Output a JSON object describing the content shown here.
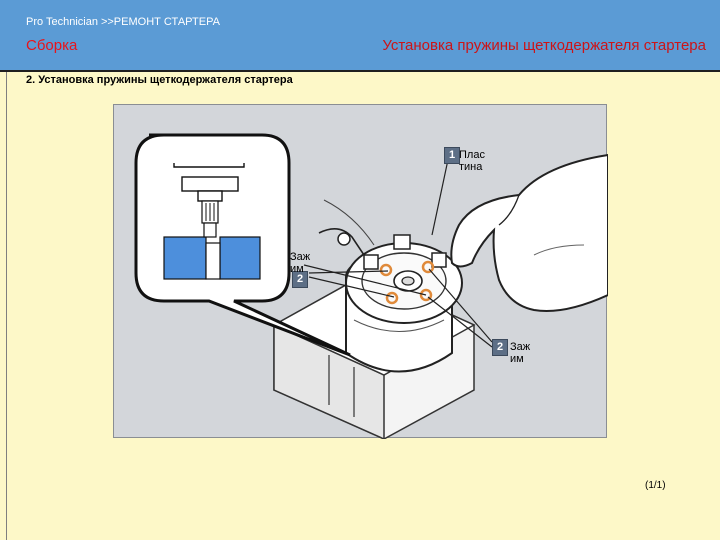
{
  "header": {
    "breadcrumb_brand": "Pro  Technician",
    "breadcrumb_path": ">>РЕМОНТ СТАРТЕРА",
    "section": "Сборка",
    "topic": "Установка пружины щеткодержателя стартера"
  },
  "content": {
    "step_title": "2. Установка пружины щеткодержателя стартера",
    "callouts": [
      {
        "number": "1",
        "label": "Плас\nтина"
      },
      {
        "number": "2",
        "label": "Заж\nим"
      },
      {
        "number": "2",
        "label": "Заж\nим"
      }
    ]
  },
  "footer": {
    "page_counter": "(1/1)"
  },
  "colors": {
    "header_bg": "#5b9bd5",
    "page_bg": "#fdf8c8",
    "section_red": "#e8141b",
    "badge": "#5d6f86"
  }
}
